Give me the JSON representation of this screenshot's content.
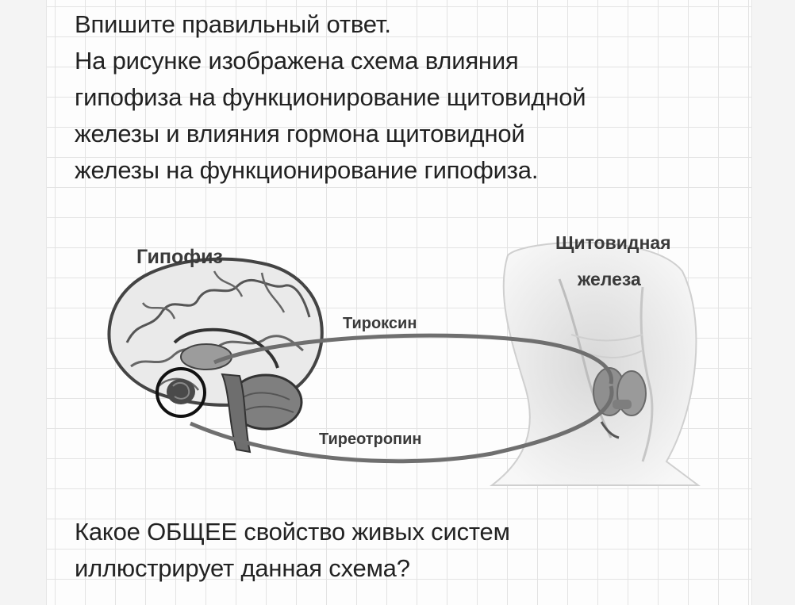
{
  "intro": {
    "lines": [
      "Впишите правильный ответ.",
      "На рисунке изображена схема влияния",
      "гипофиза на функционирование щитовидной",
      "железы и влияния гормона щитовидной",
      "железы на функционирование гипофиза."
    ]
  },
  "figure": {
    "labels": {
      "pituitary": "Гипофиз",
      "thyroid_line1": "Щитовидная",
      "thyroid_line2": "железа",
      "thyroxine": "Тироксин",
      "thyrotropin": "Тиреотропин"
    },
    "icons": [
      "brain-icon",
      "pituitary-circle-icon",
      "neck-thyroid-icon"
    ]
  },
  "question": {
    "lines": [
      "Какое ОБЩЕЕ свойство живых систем",
      "иллюстрирует данная схема?"
    ]
  }
}
